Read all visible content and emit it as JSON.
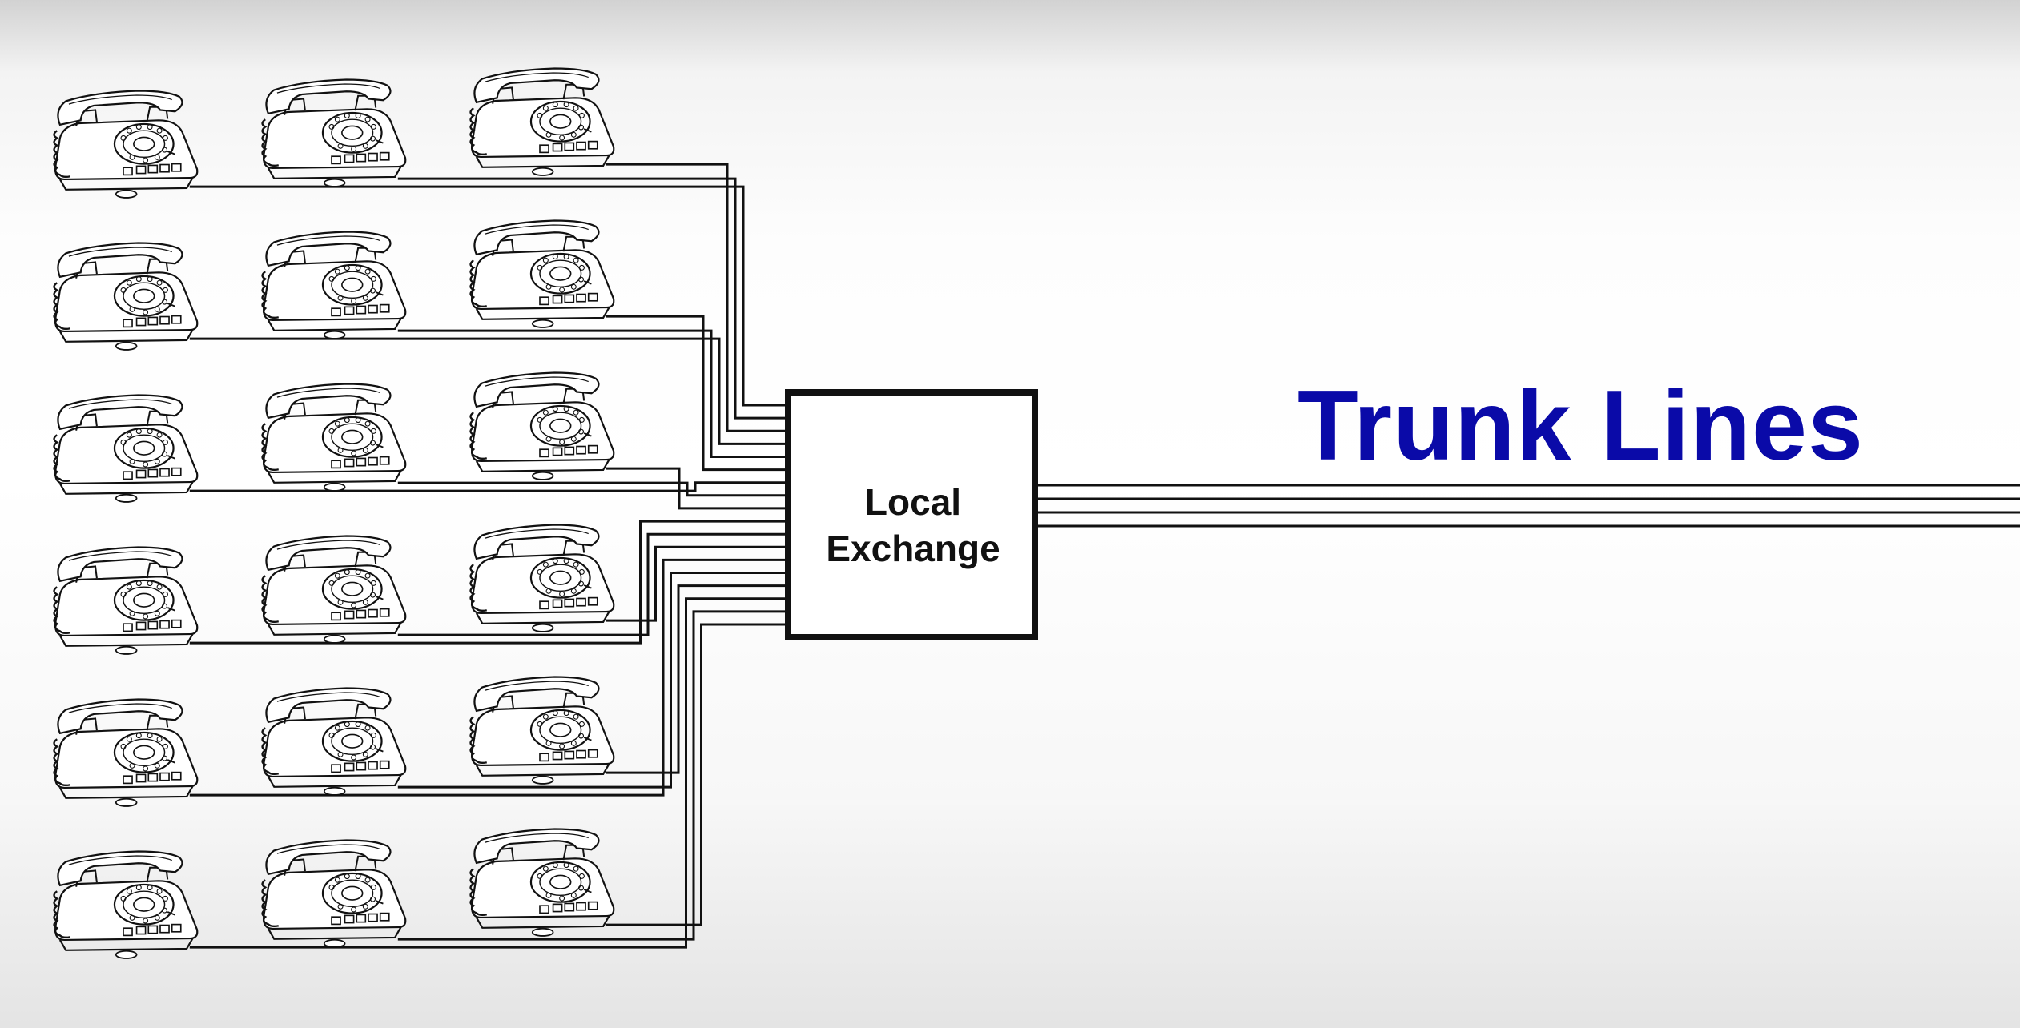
{
  "title": "Trunk Lines",
  "exchange": {
    "line1": "Local",
    "line2": "Exchange"
  },
  "phone_icon": "rotary-telephone-icon",
  "phone_grid": {
    "rows": 6,
    "columns": 3
  },
  "trunk_line_count": 4,
  "colors": {
    "title": "#0a0aa8",
    "lines": "#111111"
  }
}
